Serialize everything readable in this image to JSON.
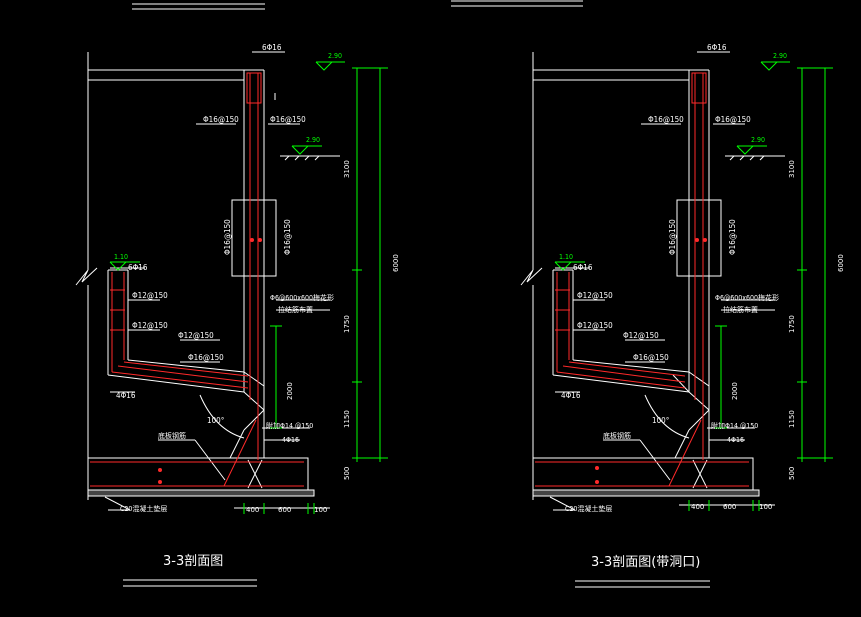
{
  "colors": {
    "background": "#000000",
    "outline": "#ffffff",
    "rebar": "#ff2a2a",
    "dimension": "#00ff00",
    "elevation_mark": "#00ff00"
  },
  "left": {
    "title": "3-3剖面图",
    "top_bar": "6Φ16",
    "bar_150_a": "Φ16@150",
    "bar_150_b": "Φ16@150",
    "elev_top": "2.90",
    "elev_mid": "2.90",
    "wall_v1": "Φ16@150",
    "wall_v2": "Φ16@150",
    "elev_low": "1.10",
    "low_bar": "6Φ16",
    "bar_12a": "Φ12@150",
    "bar_12b": "Φ12@150",
    "bar_12c": "Φ12@150",
    "bar_16c": "Φ16@150",
    "bar_4_16": "4Φ16",
    "note_1": "Φ6@600x600梅花形",
    "note_2": "拉结筋布置",
    "angle": "100°",
    "tie_label": "附加Φ14 @150",
    "bar_4_16b": "4Φ16",
    "floor_label": "底板钢筋",
    "c20_label": "C20混凝土垫层",
    "dim_v": [
      "3100",
      "1750",
      "1150",
      "500"
    ],
    "dim_total": "6000",
    "dim_inner": "2000",
    "dim_h": [
      "400",
      "600",
      "100"
    ]
  },
  "right": {
    "title": "3-3剖面图(带洞口)",
    "top_bar": "6Φ16",
    "bar_150_a": "Φ16@150",
    "bar_150_b": "Φ16@150",
    "elev_top": "2.90",
    "elev_mid": "2.90",
    "wall_v1": "Φ16@150",
    "wall_v2": "Φ16@150",
    "elev_low": "1.10",
    "low_bar": "6Φ16",
    "bar_12a": "Φ12@150",
    "bar_12b": "Φ12@150",
    "bar_12c": "Φ12@150",
    "bar_16c": "Φ16@150",
    "bar_4_16": "4Φ16",
    "note_1": "Φ6@600x600梅花形",
    "note_2": "拉结筋布置",
    "angle": "100°",
    "tie_label": "附加Φ14 @150",
    "bar_4_16b": "4Φ16",
    "floor_label": "底板钢筋",
    "c20_label": "C20混凝土垫层",
    "dim_v": [
      "3100",
      "1750",
      "1150",
      "500"
    ],
    "dim_total": "6000",
    "dim_inner": "2000",
    "dim_h": [
      "400",
      "600",
      "100"
    ]
  }
}
